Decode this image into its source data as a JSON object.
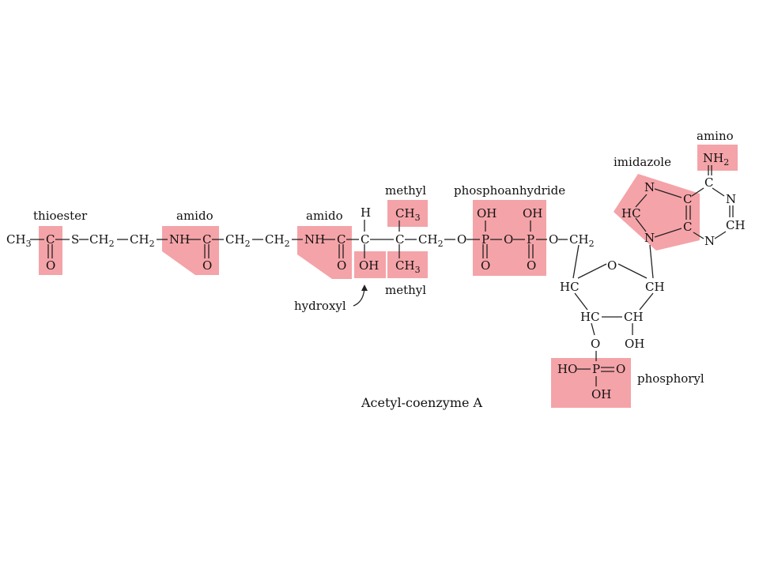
{
  "caption": "Acetyl-coenzyme A",
  "colors": {
    "highlight": "#f4a3a8",
    "ink": "#111111",
    "background": "#ffffff"
  },
  "labels": {
    "thioester": "thioester",
    "amido_1": "amido",
    "amido_2": "amido",
    "methyl_top": "methyl",
    "methyl_bottom": "methyl",
    "hydroxyl": "hydroxyl",
    "phosphoanhydride": "phosphoanhydride",
    "imidazole": "imidazole",
    "amino": "amino",
    "phosphoryl": "phosphoryl"
  },
  "atoms": {
    "ch3_start": "CH",
    "ch3_start_sub": "3",
    "c1": "C",
    "o1": "O",
    "s": "S",
    "ch2_1": "CH",
    "ch2_1_sub": "2",
    "ch2_2": "CH",
    "ch2_2_sub": "2",
    "nh1": "NH",
    "c2": "C",
    "o2": "O",
    "ch2_3": "CH",
    "ch2_3_sub": "2",
    "ch2_4": "CH",
    "ch2_4_sub": "2",
    "nh2": "NH",
    "c3": "C",
    "o3": "O",
    "h": "H",
    "c4": "C",
    "oh1": "OH",
    "c5": "C",
    "ch3_top": "CH",
    "ch3_top_sub": "3",
    "ch3_bottom": "CH",
    "ch3_bottom_sub": "3",
    "ch2_5": "CH",
    "ch2_5_sub": "2",
    "o_link1": "O",
    "p1": "P",
    "p1_oh": "OH",
    "p1_o": "O",
    "o_link2": "O",
    "p2": "P",
    "p2_oh": "OH",
    "p2_o": "O",
    "o_link3": "O",
    "ch2_6": "CH",
    "ch2_6_sub": "2",
    "ring_o": "O",
    "ring_hc_left": "HC",
    "ring_ch_right": "CH",
    "ring_hc_bottom": "HC",
    "ring_ch_bottom": "CH",
    "ring_oh": "OH",
    "o_phos": "O",
    "phos_ho": "HO",
    "phos_p": "P",
    "phos_o": "O",
    "phos_oh": "OH",
    "imid_n_top": "N",
    "imid_hc": "HC",
    "imid_n_bottom": "N",
    "imid_c_top": "C",
    "imid_c_bottom": "C",
    "pur_c_amino": "C",
    "pur_n_right": "N",
    "pur_ch": "CH",
    "pur_n_bottom": "N",
    "nh2_amino": "NH",
    "nh2_amino_sub": "2"
  }
}
